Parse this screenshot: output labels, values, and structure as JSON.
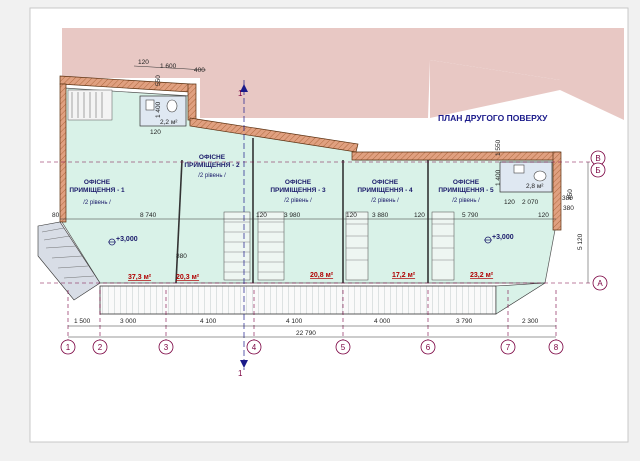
{
  "plan": {
    "title": "ПЛАН ДРУГОГО ПОВЕРХУ",
    "rooms": [
      {
        "name": "ОФІСНЕ ПРИМІЩЕННЯ - 1",
        "level": "/2 рівень /",
        "area": "37,3 м²"
      },
      {
        "name": "ОФІСНЕ ПРИМІЩЕННЯ - 2",
        "level": "/2 рівень /",
        "area": "20,3 м²"
      },
      {
        "name": "ОФІСНЕ ПРИМІЩЕННЯ - 3",
        "level": "/2 рівень /",
        "area": "20,8 м²"
      },
      {
        "name": "ОФІСНЕ ПРИМІЩЕННЯ - 4",
        "level": "/2 рівень /",
        "area": "17,2 м²"
      },
      {
        "name": "ОФІСНЕ ПРИМІЩЕННЯ - 5",
        "level": "/2 рівень /",
        "area": "23,2 м²"
      }
    ],
    "wc_areas": [
      "2,2 м²",
      "2,8 м²"
    ],
    "elevations": [
      "+3,000",
      "+3,000"
    ],
    "grid_axes_bottom": [
      "1",
      "2",
      "3",
      "4",
      "5",
      "6",
      "7",
      "8"
    ],
    "grid_axes_right": [
      "В",
      "Б",
      "А"
    ],
    "section_marks": [
      "1",
      "1"
    ],
    "dims_bottom": [
      "1 500",
      "3 000",
      "4 100",
      "4 100",
      "4 000",
      "3 790",
      "2 300"
    ],
    "dim_total": "22 790",
    "dims_interior": [
      "80",
      "8 740",
      "120",
      "3 980",
      "120",
      "3 880",
      "120",
      "5 790",
      "120",
      "380"
    ],
    "dims_top": [
      "120",
      "1 600",
      "400"
    ],
    "dims_right": [
      "450",
      "5 120"
    ],
    "dims_wc_right": [
      "1 400",
      "120",
      "2 070",
      "380"
    ],
    "dims_small": [
      "550",
      "1 400",
      "120",
      "880",
      "1 550"
    ]
  }
}
